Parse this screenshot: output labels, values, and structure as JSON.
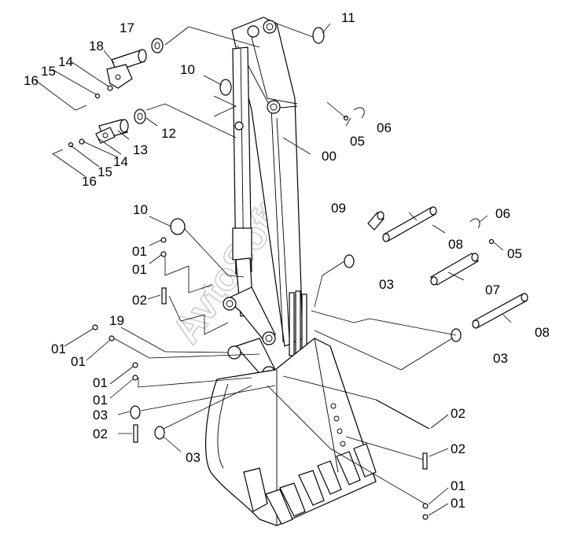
{
  "watermark": "AvtoSoft",
  "labels": {
    "l00": "00",
    "l01a": "01",
    "l01b": "01",
    "l01c": "01",
    "l01d": "01",
    "l01e": "01",
    "l01f": "01",
    "l01g": "01",
    "l01h": "01",
    "l02a": "02",
    "l02b": "02",
    "l02c": "02",
    "l02d": "02",
    "l03a": "03",
    "l03b": "03",
    "l03c": "03",
    "l03d": "03",
    "l05a": "05",
    "l05b": "05",
    "l06a": "06",
    "l06b": "06",
    "l07": "07",
    "l08a": "08",
    "l08b": "08",
    "l09": "09",
    "l10a": "10",
    "l10b": "10",
    "l11": "11",
    "l12": "12",
    "l13": "13",
    "l14a": "14",
    "l14b": "14",
    "l15a": "15",
    "l15b": "15",
    "l16a": "16",
    "l16b": "16",
    "l17": "17",
    "l18": "18",
    "l19": "19"
  }
}
